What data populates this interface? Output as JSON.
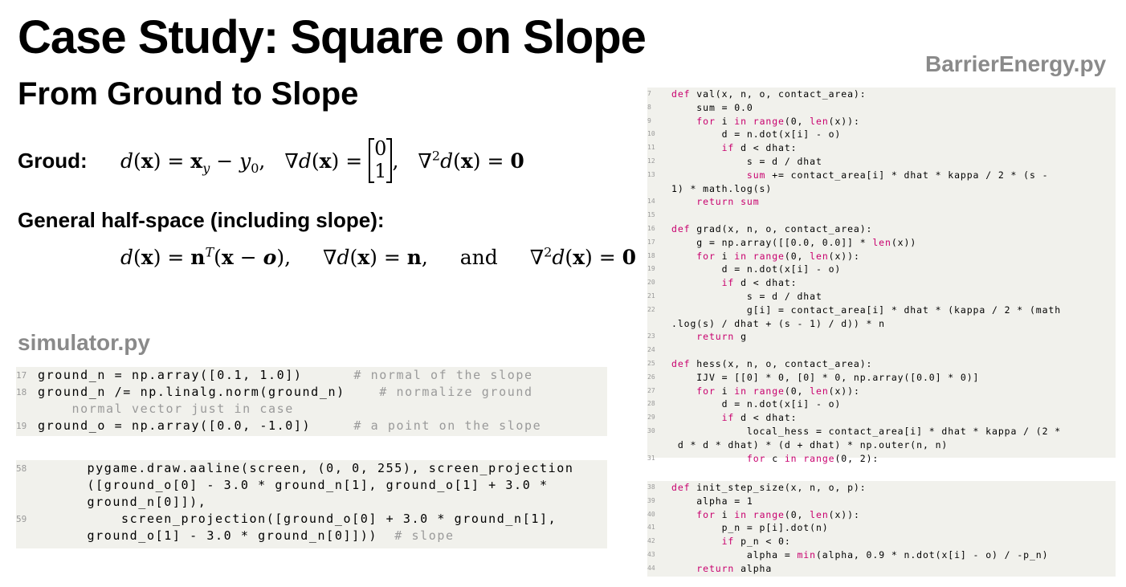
{
  "title": "Case Study: Square on Slope",
  "subtitle": "From Ground to Slope",
  "right_file_label": "BarrierEnergy.py",
  "left_file_label": "simulator.py",
  "ground_label": "Groud:",
  "halfspace_label": "General half-space (including slope):",
  "math": {
    "and_word": "and",
    "matrix_top": "0",
    "matrix_bottom": "1"
  },
  "left_code_block1": [
    {
      "num": "17",
      "code": "ground_n = np.array([0.1, 1.0])      ",
      "comment": "# normal of the slope"
    },
    {
      "num": "18",
      "code": "ground_n /= np.linalg.norm(ground_n)    ",
      "comment": "# normalize ground"
    },
    {
      "num": "",
      "code": "    ",
      "comment": "normal vector just in case"
    },
    {
      "num": "19",
      "code": "ground_o = np.array([0.0, -1.0])     ",
      "comment": "# a point on the slope"
    }
  ],
  "left_code_block2": [
    {
      "num": "58",
      "code": "    pygame.draw.aaline(screen, (0, 0, 255), screen_projection",
      "comment": ""
    },
    {
      "num": "",
      "code": "    ([ground_o[0] - 3.0 * ground_n[1], ground_o[1] + 3.0 *",
      "comment": ""
    },
    {
      "num": "",
      "code": "    ground_n[0]]),",
      "comment": ""
    },
    {
      "num": "59",
      "code": "        screen_projection([ground_o[0] + 3.0 * ground_n[1],",
      "comment": ""
    },
    {
      "num": "",
      "code": "    ground_o[1] - 3.0 * ground_n[0]]))  ",
      "comment": "# slope"
    }
  ],
  "right_code_block1": [
    [
      {
        "t": "7"
      },
      {
        "k": "def"
      },
      {
        "c": " val(x, n, o, contact_area):"
      }
    ],
    [
      {
        "t": "8"
      },
      {
        "c": "    sum = 0.0"
      }
    ],
    [
      {
        "t": "9"
      },
      {
        "c": "    "
      },
      {
        "k": "for"
      },
      {
        "c": " i "
      },
      {
        "k": "in"
      },
      {
        "c": " "
      },
      {
        "k": "range"
      },
      {
        "c": "(0, "
      },
      {
        "k": "len"
      },
      {
        "c": "(x)):"
      }
    ],
    [
      {
        "t": "10"
      },
      {
        "c": "        d = n.dot(x[i] - o)"
      }
    ],
    [
      {
        "t": "11"
      },
      {
        "c": "        "
      },
      {
        "k": "if"
      },
      {
        "c": " d < dhat:"
      }
    ],
    [
      {
        "t": "12"
      },
      {
        "c": "            s = d / dhat"
      }
    ],
    [
      {
        "t": "13"
      },
      {
        "c": "            "
      },
      {
        "k": "sum"
      },
      {
        "c": " += contact_area[i] * dhat * kappa / 2 * (s -"
      }
    ],
    [
      {
        "t": ""
      },
      {
        "c": "1) * math.log(s)"
      }
    ],
    [
      {
        "t": "14"
      },
      {
        "c": "    "
      },
      {
        "k": "return"
      },
      {
        "c": " "
      },
      {
        "k": "sum"
      }
    ],
    [
      {
        "t": "15"
      },
      {
        "c": ""
      }
    ],
    [
      {
        "t": "16"
      },
      {
        "k": "def"
      },
      {
        "c": " grad(x, n, o, contact_area):"
      }
    ],
    [
      {
        "t": "17"
      },
      {
        "c": "    g = np.array([[0.0, 0.0]] * "
      },
      {
        "k": "len"
      },
      {
        "c": "(x))"
      }
    ],
    [
      {
        "t": "18"
      },
      {
        "c": "    "
      },
      {
        "k": "for"
      },
      {
        "c": " i "
      },
      {
        "k": "in"
      },
      {
        "c": " "
      },
      {
        "k": "range"
      },
      {
        "c": "(0, "
      },
      {
        "k": "len"
      },
      {
        "c": "(x)):"
      }
    ],
    [
      {
        "t": "19"
      },
      {
        "c": "        d = n.dot(x[i] - o)"
      }
    ],
    [
      {
        "t": "20"
      },
      {
        "c": "        "
      },
      {
        "k": "if"
      },
      {
        "c": " d < dhat:"
      }
    ],
    [
      {
        "t": "21"
      },
      {
        "c": "            s = d / dhat"
      }
    ],
    [
      {
        "t": "22"
      },
      {
        "c": "            g[i] = contact_area[i] * dhat * (kappa / 2 * (math"
      }
    ],
    [
      {
        "t": ""
      },
      {
        "c": ".log(s) / dhat + (s - 1) / d)) * n"
      }
    ],
    [
      {
        "t": "23"
      },
      {
        "c": "    "
      },
      {
        "k": "return"
      },
      {
        "c": " g"
      }
    ],
    [
      {
        "t": "24"
      },
      {
        "c": ""
      }
    ],
    [
      {
        "t": "25"
      },
      {
        "k": "def"
      },
      {
        "c": " hess(x, n, o, contact_area):"
      }
    ],
    [
      {
        "t": "26"
      },
      {
        "c": "    IJV = [[0] * 0, [0] * 0, np.array([0.0] * 0)]"
      }
    ],
    [
      {
        "t": "27"
      },
      {
        "c": "    "
      },
      {
        "k": "for"
      },
      {
        "c": " i "
      },
      {
        "k": "in"
      },
      {
        "c": " "
      },
      {
        "k": "range"
      },
      {
        "c": "(0, "
      },
      {
        "k": "len"
      },
      {
        "c": "(x)):"
      }
    ],
    [
      {
        "t": "28"
      },
      {
        "c": "        d = n.dot(x[i] - o)"
      }
    ],
    [
      {
        "t": "29"
      },
      {
        "c": "        "
      },
      {
        "k": "if"
      },
      {
        "c": " d < dhat:"
      }
    ],
    [
      {
        "t": "30"
      },
      {
        "c": "            local_hess = contact_area[i] * dhat * kappa / (2 *"
      }
    ],
    [
      {
        "t": ""
      },
      {
        "c": " d * d * dhat) * (d + dhat) * np.outer(n, n)"
      }
    ],
    [
      {
        "t": "31"
      },
      {
        "c": "            "
      },
      {
        "k": "for"
      },
      {
        "c": " c "
      },
      {
        "k": "in"
      },
      {
        "c": " "
      },
      {
        "k": "range"
      },
      {
        "c": "(0, 2):"
      }
    ]
  ],
  "right_code_block2": [
    [
      {
        "t": "38"
      },
      {
        "k": "def"
      },
      {
        "c": " init_step_size(x, n, o, p):"
      }
    ],
    [
      {
        "t": "39"
      },
      {
        "c": "    alpha = 1"
      }
    ],
    [
      {
        "t": "40"
      },
      {
        "c": "    "
      },
      {
        "k": "for"
      },
      {
        "c": " i "
      },
      {
        "k": "in"
      },
      {
        "c": " "
      },
      {
        "k": "range"
      },
      {
        "c": "(0, "
      },
      {
        "k": "len"
      },
      {
        "c": "(x)):"
      }
    ],
    [
      {
        "t": "41"
      },
      {
        "c": "        p_n = p[i].dot(n)"
      }
    ],
    [
      {
        "t": "42"
      },
      {
        "c": "        "
      },
      {
        "k": "if"
      },
      {
        "c": " p_n < 0:"
      }
    ],
    [
      {
        "t": "43"
      },
      {
        "c": "            alpha = "
      },
      {
        "k": "min"
      },
      {
        "c": "(alpha, 0.9 * n.dot(x[i] - o) / -p_n)"
      }
    ],
    [
      {
        "t": "44"
      },
      {
        "c": "    "
      },
      {
        "k": "return"
      },
      {
        "c": " alpha"
      }
    ]
  ]
}
